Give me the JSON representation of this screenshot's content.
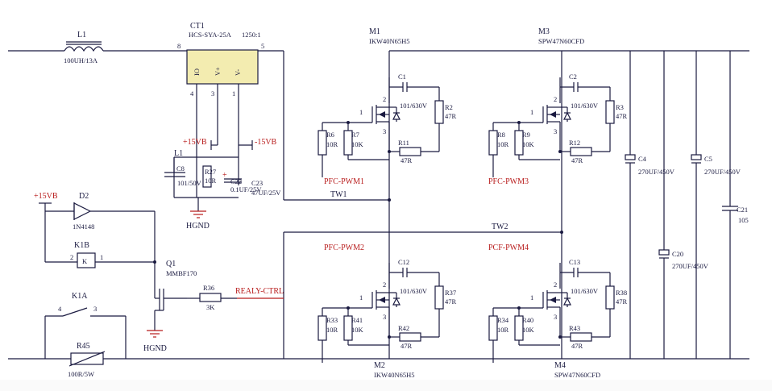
{
  "labels": {
    "L1": "L1",
    "L1_val": "100UH/13A",
    "CT1": "CT1",
    "CT1_val": "HCS-SYA-25A",
    "CT1_ratio": "1250:1",
    "CT1_pin8": "8",
    "CT1_pin5": "5",
    "CT1_IO": "IO",
    "CT1_Vp": "V+",
    "CT1_Vm": "V-",
    "CT1_p4": "4",
    "CT1_p3": "3",
    "CT1_p1": "1",
    "p15a": "+15VB",
    "m15": "-15VB",
    "L1b": "L1",
    "C8": "C8",
    "C8_val": "101/50V",
    "R27": "R27",
    "R27_val": "10R",
    "C22": "C22",
    "C22_val": "0.1UF/25V",
    "C23": "C23",
    "C23_val": "47UF/25V",
    "HGND1": "HGND",
    "HGND2": "HGND",
    "p15b": "+15VB",
    "D2": "D2",
    "D2_val": "1N4148",
    "K1B": "K1B",
    "K1B_2": "2",
    "K1B_1": "1",
    "K1A": "K1A",
    "K1A_4": "4",
    "K1A_3": "3",
    "R45": "R45",
    "R45_val": "100R/5W",
    "Q1": "Q1",
    "Q1_val": "MMBF170",
    "R36": "R36",
    "R36_val": "3K",
    "relay": "REALY-CTRL",
    "M1": "M1",
    "M1_val": "IKW40N65H5",
    "M3": "M3",
    "M3_val": "SPW47N60CFD",
    "M2": "M2",
    "M2_val": "IKW40N65H5",
    "M4": "M4",
    "M4_val": "SPW47N60CFD",
    "C1": "C1",
    "C2": "C2",
    "C12": "C12",
    "C13": "C13",
    "cap_val": "101/630V",
    "R2": "R2",
    "R3": "R3",
    "R37": "R37",
    "R38": "R38",
    "r47": "47R",
    "R6": "R6",
    "R7": "R7",
    "R8": "R8",
    "R9": "R9",
    "R33": "R33",
    "R34": "R34",
    "R40": "R40",
    "R41": "R41",
    "R11": "R11",
    "R12": "R12",
    "R42": "R42",
    "R43": "R43",
    "r10": "10R",
    "r10k": "10K",
    "pwm1": "PFC-PWM1",
    "pwm2": "PFC-PWM2",
    "pwm3": "PFC-PWM3",
    "pwm4": "PCF-PWM4",
    "TW1": "TW1",
    "TW2": "TW2",
    "C4": "C4",
    "C5": "C5",
    "C20": "C20",
    "C21": "C21",
    "big_cap": "270UF/450V",
    "c21_val": "105",
    "pin1": "1",
    "pin2": "2",
    "pin3": "3"
  }
}
